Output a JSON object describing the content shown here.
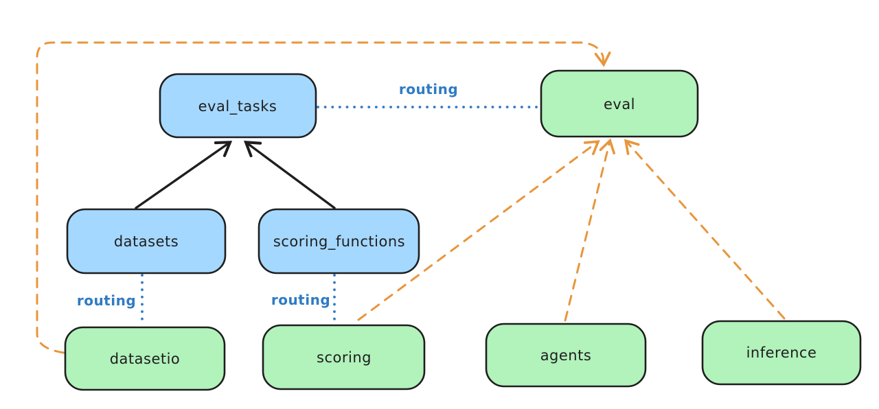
{
  "diagram": {
    "colors": {
      "background": "#ffffff",
      "ink": "#1e1e1e",
      "node_blue": "#a5d8ff",
      "node_green": "#b2f2bb",
      "orange": "#e8963c",
      "routing_blue": "#2f7bc3"
    },
    "nodes": [
      {
        "id": "eval_tasks",
        "label": "eval_tasks",
        "fill": "#a5d8ff"
      },
      {
        "id": "eval",
        "label": "eval",
        "fill": "#b2f2bb"
      },
      {
        "id": "datasets",
        "label": "datasets",
        "fill": "#a5d8ff"
      },
      {
        "id": "scoring_functions",
        "label": "scoring_functions",
        "fill": "#a5d8ff"
      },
      {
        "id": "datasetio",
        "label": "datasetio",
        "fill": "#b2f2bb"
      },
      {
        "id": "scoring",
        "label": "scoring",
        "fill": "#b2f2bb"
      },
      {
        "id": "agents",
        "label": "agents",
        "fill": "#b2f2bb"
      },
      {
        "id": "inference",
        "label": "inference",
        "fill": "#b2f2bb"
      }
    ],
    "edges": [
      {
        "from": "datasets",
        "to": "eval_tasks",
        "style": "solid-black-arrow",
        "label": ""
      },
      {
        "from": "scoring_functions",
        "to": "eval_tasks",
        "style": "solid-black-arrow",
        "label": ""
      },
      {
        "from": "eval_tasks",
        "to": "eval",
        "style": "dotted-blue",
        "label": "routing"
      },
      {
        "from": "datasets",
        "to": "datasetio",
        "style": "dotted-blue",
        "label": "routing"
      },
      {
        "from": "scoring_functions",
        "to": "scoring",
        "style": "dotted-blue",
        "label": "routing"
      },
      {
        "from": "datasetio",
        "to": "eval",
        "style": "dashed-orange-arrow",
        "label": ""
      },
      {
        "from": "scoring",
        "to": "eval",
        "style": "dashed-orange-arrow",
        "label": ""
      },
      {
        "from": "agents",
        "to": "eval",
        "style": "dashed-orange-arrow",
        "label": ""
      },
      {
        "from": "inference",
        "to": "eval",
        "style": "dashed-orange-arrow",
        "label": ""
      }
    ]
  }
}
